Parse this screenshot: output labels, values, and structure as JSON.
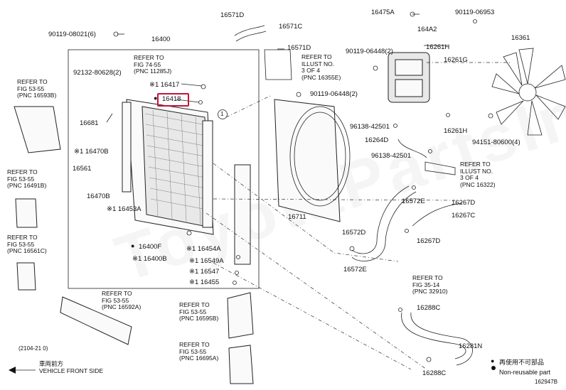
{
  "main_labels": {
    "p16571d": "16571D",
    "p16571c": "16571C",
    "p16571d_2": "16571D",
    "p16475a": "16475A",
    "p90119_06953": "90119-06953",
    "p90119_08021": "90119-08021(6)",
    "p16400": "16400",
    "p164a2": "164A2",
    "p16361": "16361",
    "p16261h": "16261H",
    "p90119_06448_2": "90119-06448(2)",
    "p16261g": "16261G",
    "p92132": "92132-80628(2)",
    "p16417": "※1 16417",
    "p16418": "16418",
    "p90119_06448_b": "90119-06448(2)",
    "p16681": "16681",
    "p16470b_a": "※1 16470B",
    "p16561": "16561",
    "p16470b_b": "16470B",
    "p16453a": "※1 16453A",
    "p96138_a": "96138-42501",
    "p16264d": "16264D",
    "p16261h_b": "16261H",
    "p94151": "94151-80600(4)",
    "p96138_b": "96138-42501",
    "p16572e": "16572E",
    "p16267d": "16267D",
    "p16267c": "16267C",
    "p16711": "16711",
    "p16572d": "16572D",
    "p16267d_b": "16267D",
    "p16400f": "16400F",
    "p16400b": "※1 16400B",
    "p16454a": "※1 16454A",
    "p16549a": "※1 16549A",
    "p16547": "※1 16547",
    "p16455": "※1 16455",
    "p16572e_b": "16572E",
    "p16288c": "16288C",
    "p16281n": "16281N",
    "p16288c_b": "16288C",
    "date_code": "(2104-21 0)",
    "diagram_id": "162947B"
  },
  "refer_notes": {
    "fig7455": "REFER TO\nFIG 74-55\n(PNC 11285J)",
    "illust_3of4_a": "REFER TO\nILLUST NO.\n3 OF 4\n(PNC 16355E)",
    "fig5355_a": "REFER TO\nFIG 53-55\n(PNC 16593B)",
    "fig5355_b": "REFER TO\nFIG 53-55\n(PNC 16491B)",
    "fig5355_c": "REFER TO\nFIG 53-55\n(PNC 16561C)",
    "illust_3of4_b": "REFER TO\nILLUST NO.\n3 OF 4\n(PNC 16322)",
    "fig3514": "REFER TO\nFIG 35-14\n(PNC 32910)",
    "fig5355_d": "REFER TO\nFIG 53-55\n(PNC 16592A)",
    "fig5355_e": "REFER TO\nFIG 53-55\n(PNC 16595B)",
    "fig5355_f": "REFER TO\nFIG 53-55\n(PNC 16695A)"
  },
  "legend": {
    "front_jp": "車両前方",
    "front_en": "VEHICLE FRONT SIDE",
    "nonreuse_jp": "再使用不可部品",
    "nonreuse_en": "Non-reusable part",
    "callout_one": "1"
  },
  "watermark": "ToyotaPartsIn"
}
